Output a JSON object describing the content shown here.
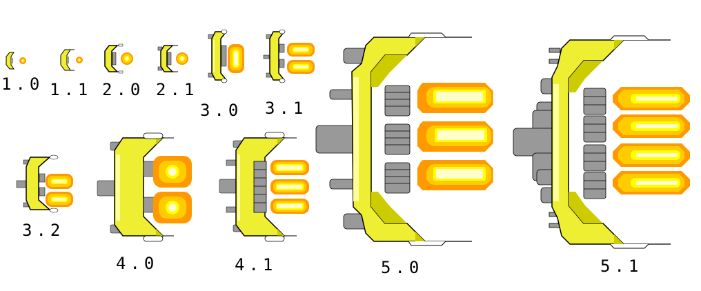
{
  "sheet": {
    "background": "#ffffff",
    "colors": {
      "hull": "#eeee33",
      "hull_light": "#ffff99",
      "hull_shadow": "#cccc00",
      "metal": "#999999",
      "metal_dark": "#666666",
      "outline": "#000000",
      "flame_outer": "#ff9900",
      "flame_mid": "#ffcc00",
      "flame_inner": "#ffff00",
      "flame_core": "#ffffcc"
    },
    "sprites": [
      {
        "id": "1.0",
        "label": "1.0",
        "exhausts": 1
      },
      {
        "id": "1.1",
        "label": "1.1",
        "exhausts": 1
      },
      {
        "id": "2.0",
        "label": "2.0",
        "exhausts": 1
      },
      {
        "id": "2.1",
        "label": "2.1",
        "exhausts": 1
      },
      {
        "id": "3.0",
        "label": "3.0",
        "exhausts": 1
      },
      {
        "id": "3.1",
        "label": "3.1",
        "exhausts": 2
      },
      {
        "id": "3.2",
        "label": "3.2",
        "exhausts": 2
      },
      {
        "id": "4.0",
        "label": "4.0",
        "exhausts": 2
      },
      {
        "id": "4.1",
        "label": "4.1",
        "exhausts": 3
      },
      {
        "id": "5.0",
        "label": "5.0",
        "exhausts": 3
      },
      {
        "id": "5.1",
        "label": "5.1",
        "exhausts": 4
      }
    ]
  }
}
